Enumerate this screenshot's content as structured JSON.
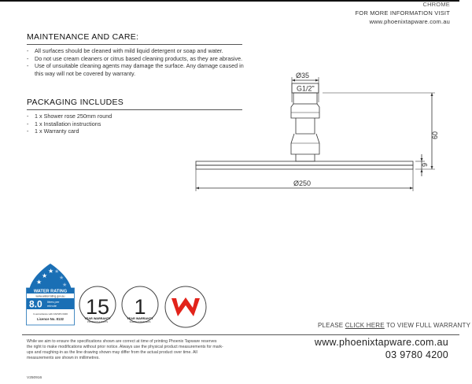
{
  "header": {
    "finish": "CHROME",
    "info": "FOR MORE INFORMATION VISIT",
    "url": "www.phoenixtapware.com.au"
  },
  "maintenance": {
    "title": "MAINTENANCE AND CARE:",
    "items": [
      "All surfaces should be cleaned with mild liquid detergent or soap and water.",
      "Do not use cream cleaners or citrus based cleaning products, as they are abrasive.",
      "Use of unsuitable cleaning agents may damage the surface. Any damage caused in this way will not be covered by warranty."
    ]
  },
  "packaging": {
    "title": "PACKAGING INCLUDES",
    "items": [
      "1 x Shower rose 250mm round",
      "1 x Installation instructions",
      "1 x Warranty card"
    ]
  },
  "drawing": {
    "dim_top": "Ø35",
    "thread": "G1/2\"",
    "height": "60",
    "thickness": "9",
    "diameter": "Ø250"
  },
  "water_rating": {
    "label": "WATER RATING",
    "website": "www.waterrating.gov.au",
    "value": "8.0",
    "unit_line1": "litres per",
    "unit_line2": "minute",
    "licence": "Licence No. 8132",
    "fine_print": "In accordance with AS/NZS 6400",
    "stars": 3
  },
  "warranties": [
    {
      "years": "15",
      "caption_line1": "YEAR WARRANTY",
      "caption_line2": "PRODUCT & PARTS"
    },
    {
      "years": "1",
      "caption_line1": "YEAR WARRANTY",
      "caption_line2": "SHERS & WASHERS"
    }
  ],
  "warranty_link": {
    "prefix": "PLEASE",
    "link": "CLICK HERE",
    "suffix": "TO VIEW FULL WARRANTY"
  },
  "footer": {
    "disclaimer": "While we aim to ensure the specifications shown are correct at time of printing Phoenix Tapware reserves the right to make modifications without prior notice. Always use the physical product measurements for mark-ups and roughing-in as the line drawing shown may differ from the actual product over time. All measurements are shown in millimetres.",
    "version": "V250916",
    "website": "www.phoenixtapware.com.au",
    "phone": "03 9780 4200"
  },
  "colors": {
    "watermark_red": "#e2231a",
    "rating_blue": "#1a6fb5"
  }
}
